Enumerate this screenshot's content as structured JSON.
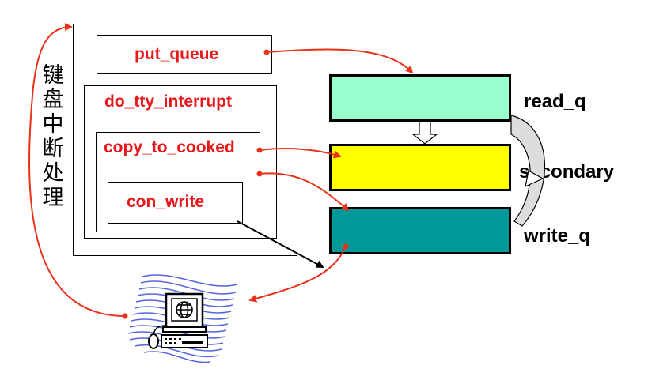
{
  "handler": {
    "side_label": "键盘中断处理",
    "put_queue": "put_queue",
    "do_tty_interrupt": "do_tty_interrupt",
    "copy_to_cooked": "copy_to_cooked",
    "con_write": "con_write"
  },
  "queues": {
    "read_q": "read_q",
    "secondary": "secondary",
    "write_q": "write_q"
  },
  "colors": {
    "read_q": "#99ffcc",
    "secondary": "#ffff00",
    "write_q": "#009999",
    "arrow": "#e8321a",
    "label_text": "#e8181a",
    "terminal_wave": "#5566dd"
  },
  "icons": [
    "computer-terminal-icon",
    "globe-icon"
  ]
}
